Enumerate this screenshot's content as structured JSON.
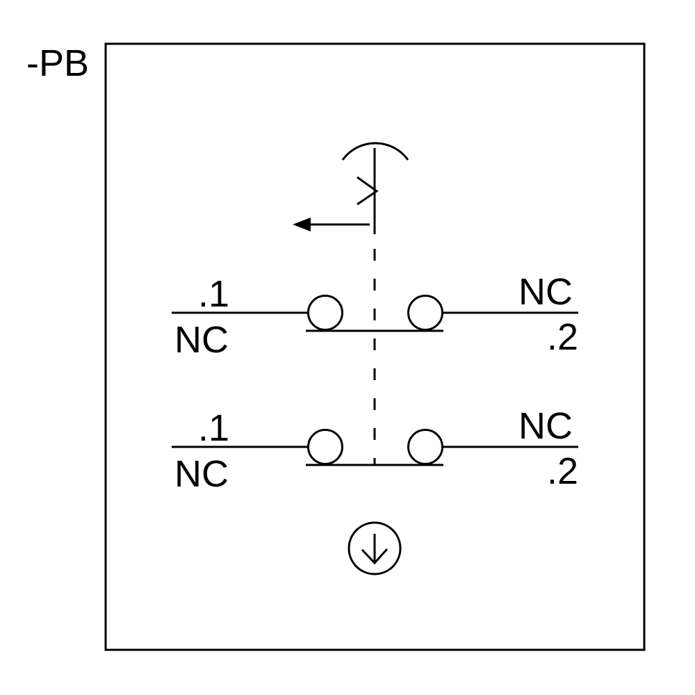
{
  "schematic": {
    "device_tag": "-PB",
    "symbol_type": "pushbutton-with-2-nc-contacts",
    "colors": {
      "line": "#000000",
      "background": "#ffffff"
    },
    "icons": {
      "actuator": "pushbutton-actuator-icon",
      "bottom": "operation-direction-down-icon"
    },
    "contact_rows": [
      {
        "left_pin": ".1",
        "left_contact_type": "NC",
        "right_contact_type": "NC",
        "right_pin": ".2"
      },
      {
        "left_pin": ".1",
        "left_contact_type": "NC",
        "right_contact_type": "NC",
        "right_pin": ".2"
      }
    ]
  }
}
